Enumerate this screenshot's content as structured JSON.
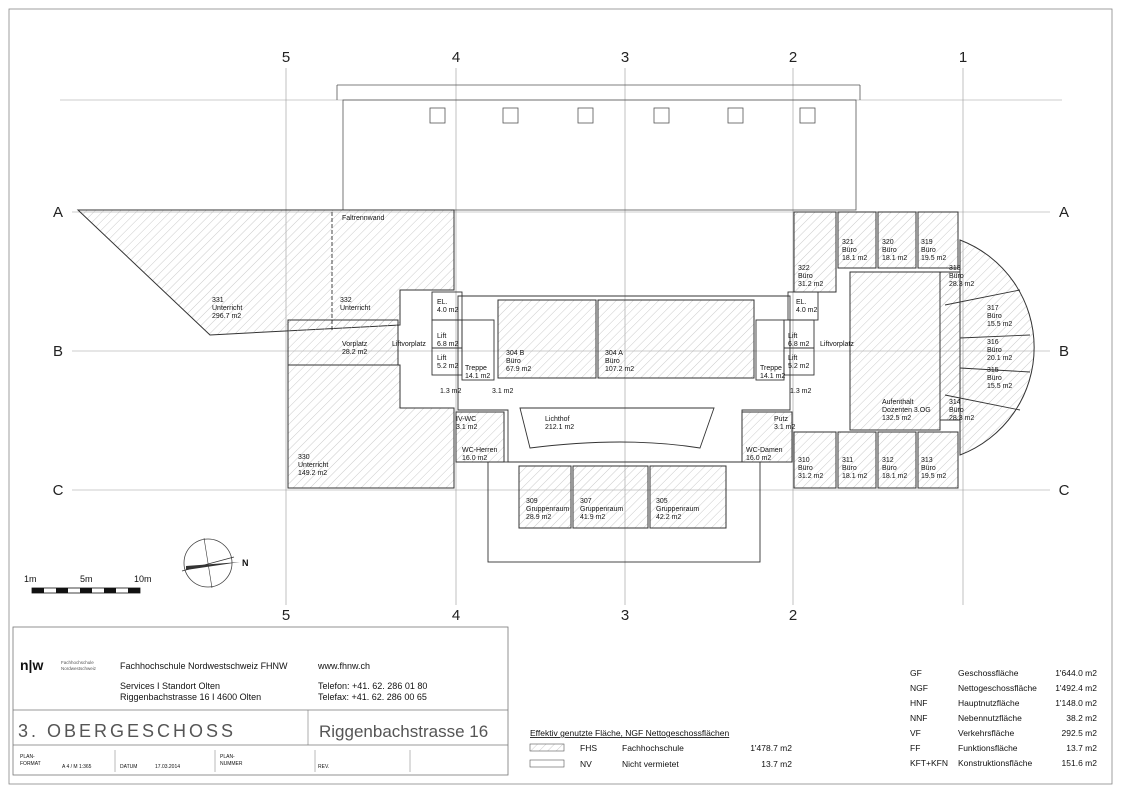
{
  "axes": {
    "columns": [
      "5",
      "4",
      "3",
      "2",
      "1"
    ],
    "rows": [
      "A",
      "B",
      "C"
    ]
  },
  "rooms": [
    {
      "id": "partition",
      "lines": [
        "Faltrennwand"
      ]
    },
    {
      "id": "r331",
      "lines": [
        "331",
        "Unterricht",
        "296.7 m2"
      ]
    },
    {
      "id": "r332",
      "lines": [
        "332",
        "Unterricht"
      ]
    },
    {
      "id": "el-left",
      "lines": [
        "EL.",
        "4.0 m2"
      ]
    },
    {
      "id": "vorplatz",
      "lines": [
        "Vorplatz",
        "28.2 m2"
      ]
    },
    {
      "id": "liftvorplatz-left",
      "lines": [
        "Liftvorplatz"
      ]
    },
    {
      "id": "lift1-left",
      "lines": [
        "Lift",
        "6.8 m2"
      ]
    },
    {
      "id": "lift2-left",
      "lines": [
        "Lift",
        "5.2 m2"
      ]
    },
    {
      "id": "treppe-left",
      "lines": [
        "Treppe",
        "14.1 m2"
      ]
    },
    {
      "id": "r304b",
      "lines": [
        "304 B",
        "Büro",
        "67.9 m2"
      ]
    },
    {
      "id": "r304a",
      "lines": [
        "304 A",
        "Büro",
        "107.2 m2"
      ]
    },
    {
      "id": "treppe-right",
      "lines": [
        "Treppe",
        "14.1 m2"
      ]
    },
    {
      "id": "lift1-right",
      "lines": [
        "Lift",
        "6.8 m2"
      ]
    },
    {
      "id": "lift2-right",
      "lines": [
        "Lift",
        "5.2 m2"
      ]
    },
    {
      "id": "liftvorplatz-right",
      "lines": [
        "Liftvorplatz"
      ]
    },
    {
      "id": "el-right",
      "lines": [
        "EL.",
        "4.0 m2"
      ]
    },
    {
      "id": "r322",
      "lines": [
        "322",
        "Büro",
        "31.2 m2"
      ]
    },
    {
      "id": "r321",
      "lines": [
        "321",
        "Büro",
        "18.1 m2"
      ]
    },
    {
      "id": "r320",
      "lines": [
        "320",
        "Büro",
        "18.1 m2"
      ]
    },
    {
      "id": "r319",
      "lines": [
        "319",
        "Büro",
        "19.5 m2"
      ]
    },
    {
      "id": "r318",
      "lines": [
        "318",
        "Büro",
        "28.3 m2"
      ]
    },
    {
      "id": "r317",
      "lines": [
        "317",
        "Büro",
        "15.5 m2"
      ]
    },
    {
      "id": "r316",
      "lines": [
        "316",
        "Büro",
        "20.1 m2"
      ]
    },
    {
      "id": "r315",
      "lines": [
        "315",
        "Büro",
        "15.5 m2"
      ]
    },
    {
      "id": "r314",
      "lines": [
        "314",
        "Büro",
        "28.3 m2"
      ]
    },
    {
      "id": "aufenthalt",
      "lines": [
        "Aufenthalt",
        "Dozenten 3.OG",
        "132.5 m2"
      ]
    },
    {
      "id": "r330",
      "lines": [
        "330",
        "Unterricht",
        "149.2 m2"
      ]
    },
    {
      "id": "corr-left",
      "lines": [
        "1.3 m2"
      ]
    },
    {
      "id": "corr-mid",
      "lines": [
        "3.1 m2"
      ]
    },
    {
      "id": "corr-right",
      "lines": [
        "1.3 m2"
      ]
    },
    {
      "id": "iv-wc",
      "lines": [
        "IV-WC",
        "3.1 m2"
      ]
    },
    {
      "id": "wc-herren",
      "lines": [
        "WC-Herren",
        "16.0 m2"
      ]
    },
    {
      "id": "lichthof",
      "lines": [
        "Lichthof",
        "212.1 m2"
      ]
    },
    {
      "id": "putz",
      "lines": [
        "Putz",
        "3.1 m2"
      ]
    },
    {
      "id": "wc-damen",
      "lines": [
        "WC-Damen",
        "16.0 m2"
      ]
    },
    {
      "id": "r310",
      "lines": [
        "310",
        "Büro",
        "31.2 m2"
      ]
    },
    {
      "id": "r311",
      "lines": [
        "311",
        "Büro",
        "18.1 m2"
      ]
    },
    {
      "id": "r312",
      "lines": [
        "312",
        "Büro",
        "18.1 m2"
      ]
    },
    {
      "id": "r313",
      "lines": [
        "313",
        "Büro",
        "19.5 m2"
      ]
    },
    {
      "id": "r309",
      "lines": [
        "309",
        "Gruppenraum",
        "28.9 m2"
      ]
    },
    {
      "id": "r307",
      "lines": [
        "307",
        "Gruppenraum",
        "41.9 m2"
      ]
    },
    {
      "id": "r305",
      "lines": [
        "305",
        "Gruppenraum",
        "42.2 m2"
      ]
    }
  ],
  "compass": {
    "north": "N"
  },
  "scale_bar": [
    "1m",
    "5m",
    "10m"
  ],
  "title_block": {
    "logo_mark": "n|w",
    "logo_text_1": "Fachhochschule",
    "logo_text_2": "Nordwestschweiz",
    "institution": "Fachhochschule Nordwestschweiz FHNW",
    "website": "www.fhnw.ch",
    "service": "Services I Standort Olten",
    "address": "Riggenbachstrasse 16 I 4600 Olten",
    "phone": "Telefon: +41. 62. 286 01 80",
    "fax": "Telefax: +41. 62. 286 00 65",
    "floor_title": "3. OBERGESCHOSS",
    "building": "Riggenbachstrasse 16",
    "plan_format_label": "PLAN-\nFORMAT",
    "plan_format_value": "A 4 / M 1:365",
    "date_label": "DATUM",
    "date_value": "17.03.2014",
    "plan_number_label": "PLAN-\nNUMMER",
    "rev_label": "REV."
  },
  "usage": {
    "heading": "Effektiv genutzte Fläche, NGF Nettogeschossflächen",
    "rows": [
      {
        "code": "FHS",
        "name": "Fachhochschule",
        "value": "1'478.7 m2"
      },
      {
        "code": "NV",
        "name": "Nicht vermietet",
        "value": "13.7 m2"
      }
    ]
  },
  "areas": [
    {
      "code": "GF",
      "name": "Geschossfläche",
      "value": "1'644.0 m2"
    },
    {
      "code": "NGF",
      "name": "Nettogeschossfläche",
      "value": "1'492.4 m2"
    },
    {
      "code": "HNF",
      "name": "Hauptnutzfläche",
      "value": "1'148.0 m2"
    },
    {
      "code": "NNF",
      "name": "Nebennutzfläche",
      "value": "38.2 m2"
    },
    {
      "code": "VF",
      "name": "Verkehrsfläche",
      "value": "292.5 m2"
    },
    {
      "code": "FF",
      "name": "Funktionsfläche",
      "value": "13.7 m2"
    },
    {
      "code": "KFT+KFN",
      "name": "Konstruktionsfläche",
      "value": "151.6 m2"
    }
  ]
}
